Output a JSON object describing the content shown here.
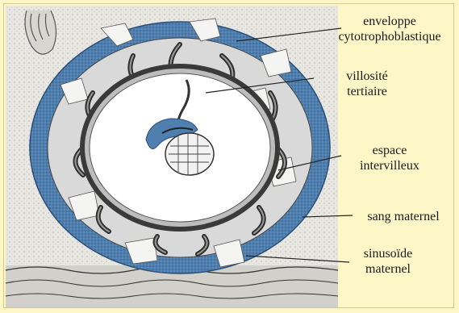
{
  "labels": {
    "enveloppe_line1": "enveloppe",
    "enveloppe_line2": "cytotrophoblastique",
    "villosite_line1": "villosité",
    "villosite_line2": "tertiaire",
    "espace_line1": "espace",
    "espace_line2": "intervilleux",
    "sang": "sang maternel",
    "sinusoide_line1": "sinusoïde",
    "sinusoide_line2": "maternel"
  },
  "colors": {
    "background": "#fdf7c8",
    "tissue": "#e8e6e2",
    "trophoblast_blue": "#4f7fae",
    "villi_dark": "#3a3a3a",
    "cavity": "#ffffff",
    "blood_lake": "#c9c9c9"
  }
}
